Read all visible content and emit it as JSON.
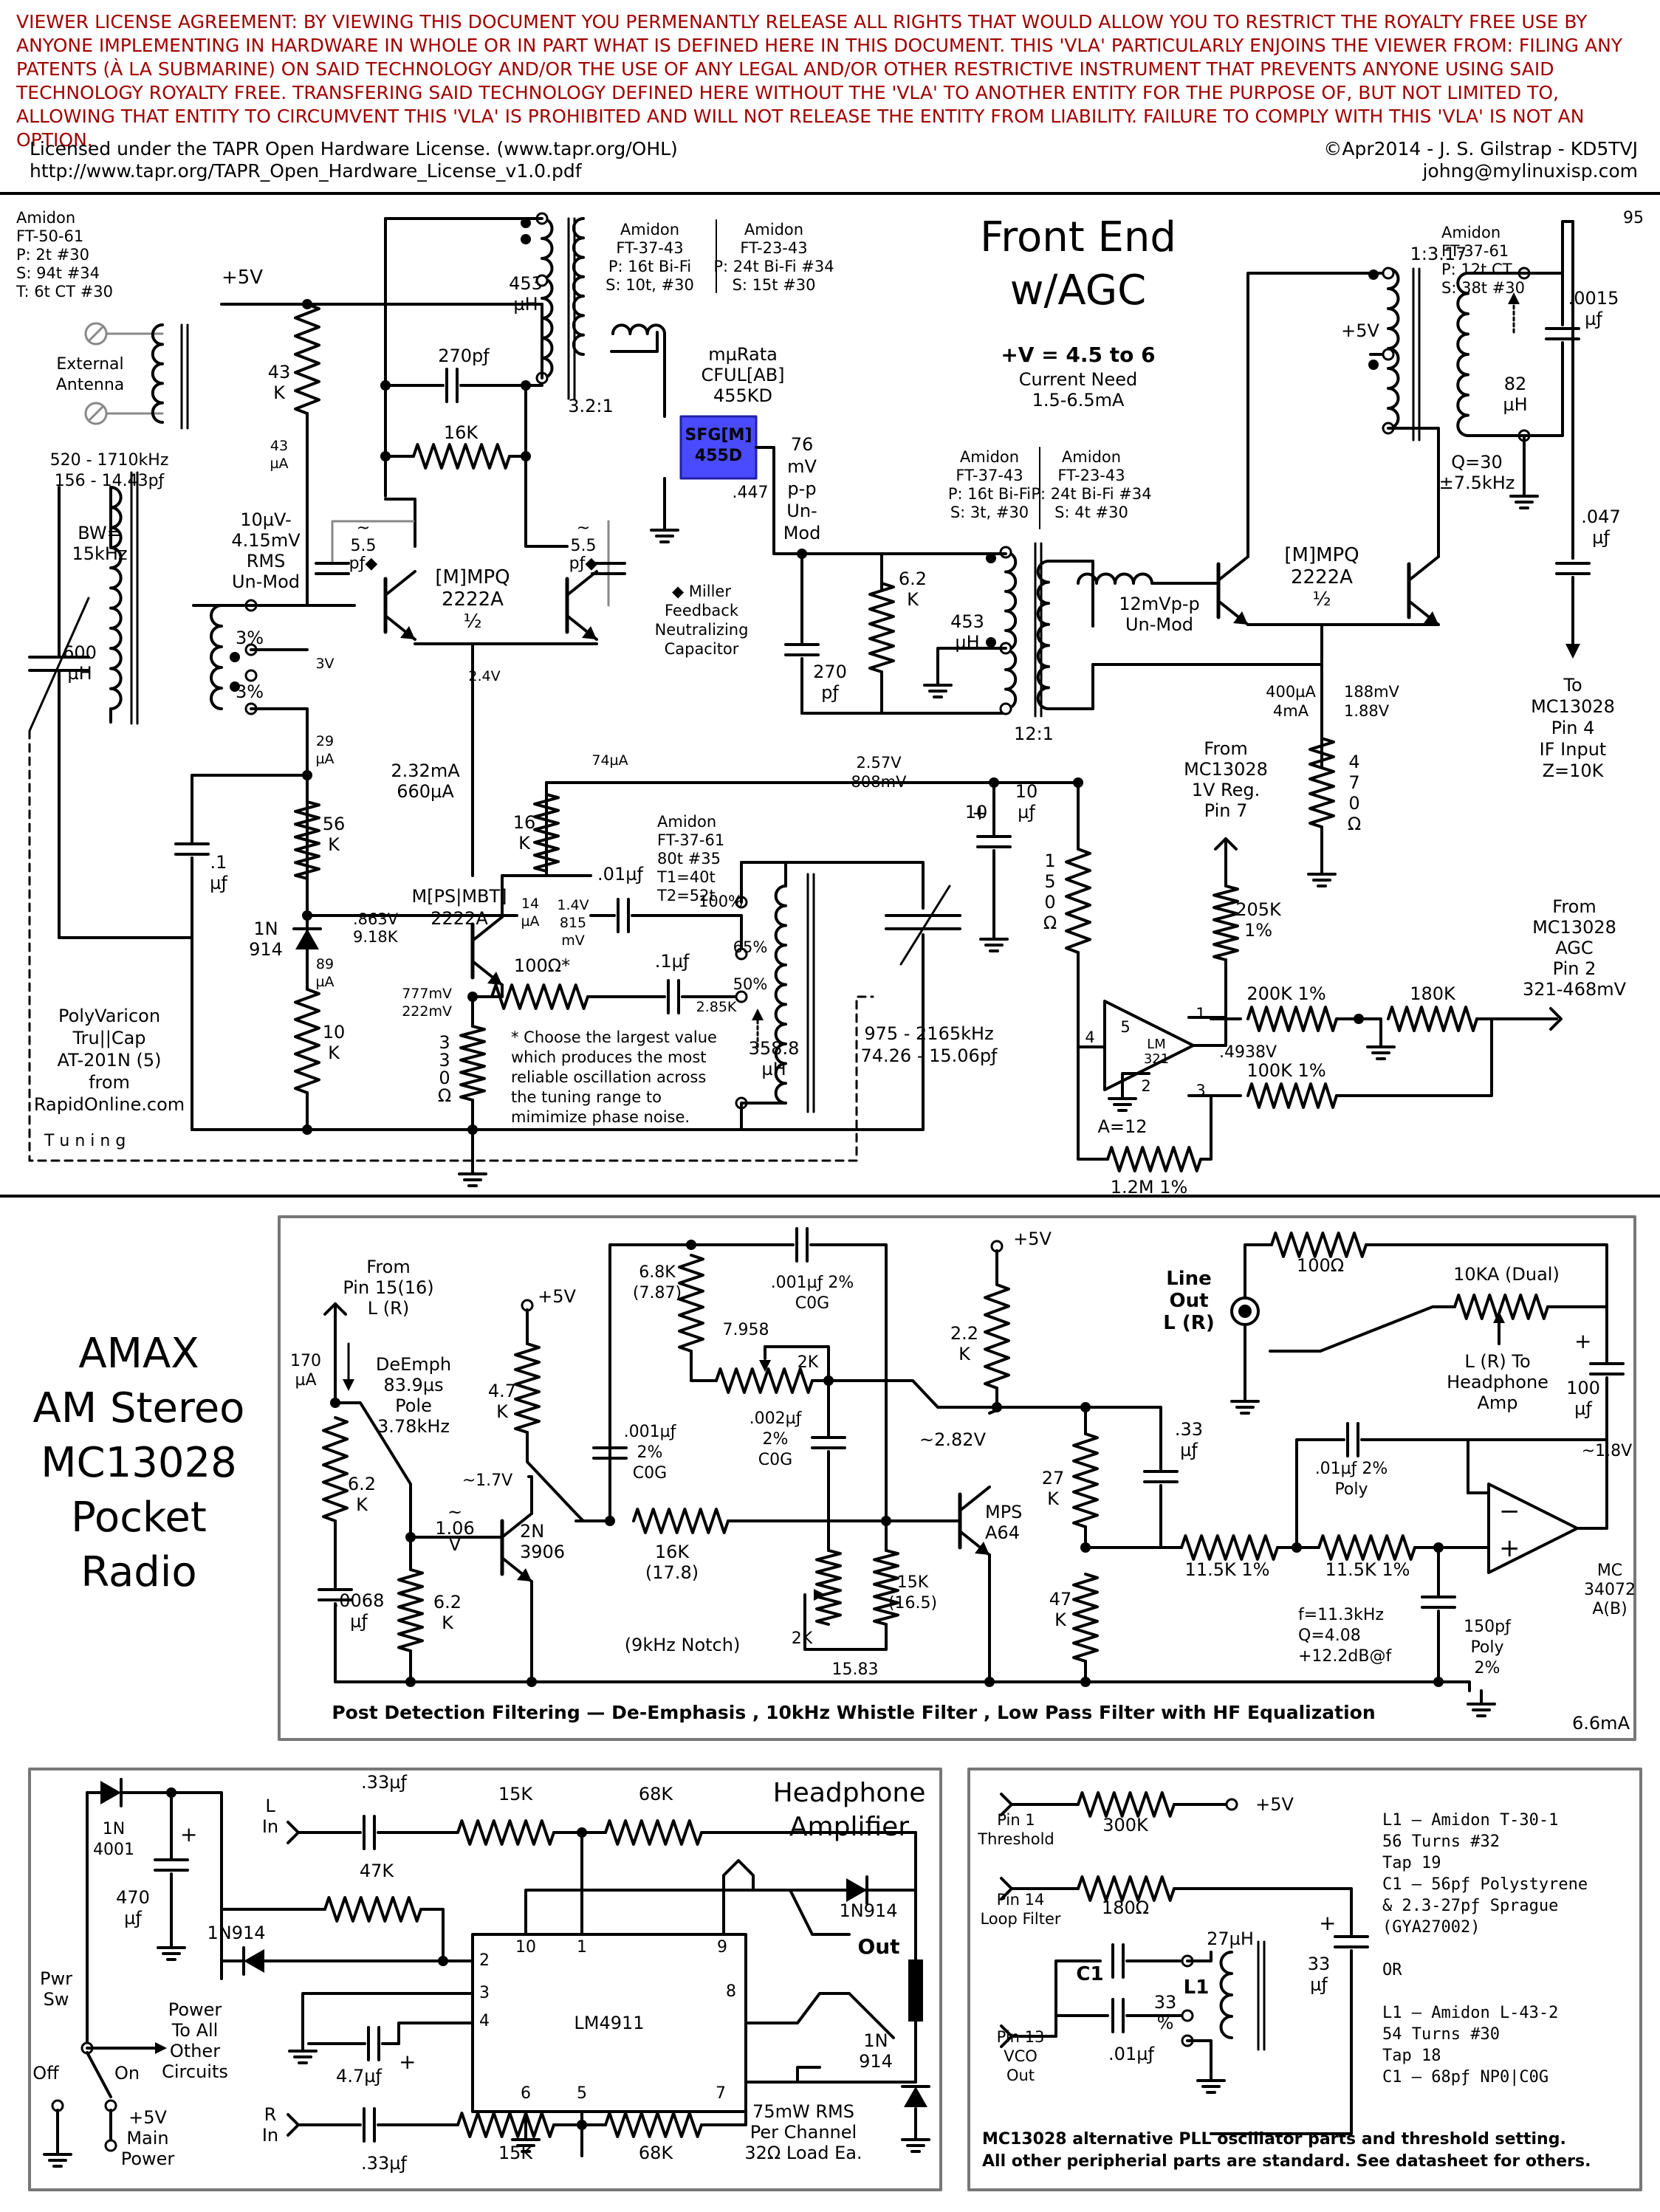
{
  "license": {
    "agreement": "VIEWER LICENSE AGREEMENT: BY VIEWING THIS DOCUMENT YOU PERMENANTLY RELEASE ALL RIGHTS THAT WOULD ALLOW  YOU TO RESTRICT THE ROYALTY FREE USE BY ANYONE IMPLEMENTING IN HARDWARE IN WHOLE OR IN PART WHAT IS DEFINED HERE IN THIS DOCUMENT. THIS 'VLA' PARTICULARLY ENJOINS THE VIEWER FROM: FILING ANY PATENTS (À LA SUBMARINE) ON SAID TECHNOLOGY AND/OR THE USE OF ANY LEGAL AND/OR OTHER RESTRICTIVE INSTRUMENT THAT PREVENTS ANYONE USING SAID TECHNOLOGY ROYALTY FREE. TRANSFERING SAID TECHNOLOGY DEFINED HERE WITHOUT THE 'VLA' TO ANOTHER ENTITY FOR THE PURPOSE OF, BUT NOT LIMITED TO, ALLOWING THAT ENTITY TO CIRCUMVENT THIS 'VLA' IS PROHIBITED AND WILL NOT RELEASE THE ENTITY FROM LIABILITY. FAILURE TO COMPLY WITH THIS 'VLA' IS NOT AN OPTION.",
    "tapr_line1": "Licensed under the TAPR Open Hardware License. (www.tapr.org/OHL)",
    "tapr_line2": "http://www.tapr.org/TAPR_Open_Hardware_License_v1.0.pdf",
    "copyright": "©Apr2014 -  J. S. Gilstrap - KD5TVJ",
    "email": "johng@mylinuxisp.com",
    "accent_color": "#a00000"
  },
  "front_end": {
    "page_number": "95",
    "title_line1": "Front End",
    "title_line2": "w/AGC",
    "supply": "+V = 4.5 to 6",
    "current_need_label": "Current Need",
    "current_need": "1.5-6.5mA",
    "amidon_ft50": [
      "Amidon",
      "FT-50-61",
      "P: 2t #30",
      "S: 94t #34",
      "T: 6t CT #30"
    ],
    "external_antenna": [
      "External",
      "Antenna"
    ],
    "band": [
      "520 - 1710kHz",
      "156 - 14.43pƒ"
    ],
    "bw": [
      "BW=",
      "15kHz"
    ],
    "inductor_600": [
      "600",
      "µH"
    ],
    "input_level": [
      "10µV-",
      "4.15mV",
      "RMS",
      "Un-Mod"
    ],
    "taps": [
      "3%",
      "3%"
    ],
    "v_3v": "3V",
    "plus5v": "+5V",
    "r43k": [
      "43",
      "K"
    ],
    "i43": [
      "43",
      "µA"
    ],
    "ind453": [
      "453",
      "µH"
    ],
    "c270": "270pƒ",
    "r16k": "16K",
    "ratio321": "3.2:1",
    "amidon_pair_top": [
      "Amidon",
      "FT-37-43",
      "P: 16t Bi-Fi",
      "S: 10t,  #30"
    ],
    "amidon_pair_top2": [
      "Amidon",
      "FT-23-43",
      "P: 24t Bi-Fi #34",
      "S: 15t  #30"
    ],
    "murata": [
      "mµRata",
      "CFUL[AB]",
      "455KD"
    ],
    "sfg": [
      "SFG[M]",
      "455D"
    ],
    "sfg_out": ".447",
    "mvpp": [
      "76",
      "mV",
      "p-p",
      "Un-",
      "Mod"
    ],
    "c55a": [
      "~",
      "5.5",
      "pƒ◆"
    ],
    "c55b": [
      "~",
      "5.5",
      "pƒ◆"
    ],
    "mpq1": [
      "[M]MPQ",
      "2222A",
      "½"
    ],
    "miller": [
      "◆ Miller",
      "Feedback",
      "Neutralizing",
      "Capacitor"
    ],
    "v24": "2.4V",
    "i29": [
      "29",
      "µA"
    ],
    "r56k": [
      "56",
      "K"
    ],
    "c01": [
      ".1",
      "µƒ"
    ],
    "d1n914": [
      "1N",
      "914"
    ],
    "i89": [
      "89",
      "µA"
    ],
    "r10k": [
      "10",
      "K"
    ],
    "polyvaricon": [
      "PolyVaricon",
      "Tru||Cap",
      "AT-201N (5)",
      "from",
      "RapidOnline.com"
    ],
    "tuning": "T u n i n g",
    "v863": [
      ".863V",
      "9.18K"
    ],
    "i232": [
      "2.32mA",
      "660µA"
    ],
    "mps": [
      "M[PS|MBT]",
      "2222A"
    ],
    "i14": [
      "14",
      "µA"
    ],
    "r16k_b": [
      "16",
      "K"
    ],
    "i74": "74µA",
    "v257": [
      "2.57V",
      "808mV"
    ],
    "c001": ".01µƒ",
    "v14": [
      "1.4V",
      "815",
      "mV"
    ],
    "amidon_ft37_61": [
      "Amidon",
      "FT-37-61",
      "80t #35",
      "T1=40t",
      "T2=52t"
    ],
    "taps_osc": [
      "100%",
      "65%",
      "50%"
    ],
    "v285k": "2.85K",
    "v777": [
      "777mV",
      "222mV"
    ],
    "r100": "100Ω*",
    "c1u": ".1µƒ",
    "r330": [
      "3",
      "3",
      "0",
      "Ω"
    ],
    "note": [
      "* Choose the largest value",
      "which  produces the most",
      "reliable oscillation across",
      "the tuning range to",
      "mimimize phase noise."
    ],
    "ind3588": [
      "358.8",
      "µH"
    ],
    "osc_band": [
      "975 - 2165kHz",
      "74.26 - 15.06pƒ"
    ],
    "amidon_pair_mid": [
      "Amidon",
      "FT-37-43",
      "P: 16t Bi-Fi",
      "S:   3t, #30"
    ],
    "amidon_pair_mid2": [
      "Amidon",
      "FT-23-43",
      "P: 24t Bi-Fi #34",
      "S:   4t #30"
    ],
    "r62k": [
      "6.2",
      "K"
    ],
    "c270b": [
      "270",
      "pƒ"
    ],
    "ind453b": [
      "453",
      "µH"
    ],
    "ratio121": "12:1",
    "mvpp2": [
      "12mVp-p",
      "Un-Mod"
    ],
    "mpq2": [
      "[M]MPQ",
      "2222A",
      "½"
    ],
    "i400": [
      "400µA",
      "4mA"
    ],
    "v188": [
      "188mV",
      "1.88V"
    ],
    "r470": [
      "4",
      "7",
      "0",
      "Ω"
    ],
    "c10u": [
      "10",
      "µƒ"
    ],
    "r1500": [
      "1",
      "5",
      "0",
      "Ω"
    ],
    "from_mc7": [
      "From",
      "MC13028",
      "1V Reg.",
      "Pin 7"
    ],
    "r205k": [
      "205K",
      "1%"
    ],
    "from_mc2": [
      "From",
      "MC13028",
      "AGC",
      "Pin 2",
      "321-468mV"
    ],
    "r200k": "200K 1%",
    "r180k": "180K",
    "v4938": ".4938V",
    "r100k": "100K 1%",
    "gain": "A=12",
    "r12m": "1.2M 1%",
    "lm321": [
      "LM",
      "321"
    ],
    "opamp_pins": [
      "4",
      "5",
      "1",
      "2",
      "3"
    ],
    "amidon_ft37_61b": [
      "Amidon",
      "FT-37-61",
      "P: 12t CT",
      "S: 38t #30"
    ],
    "ratio1317": "1:3.17",
    "plus5v_b": "+5V",
    "ind82": [
      "82",
      "µH"
    ],
    "c0015": [
      ".0015",
      "µƒ"
    ],
    "q30": [
      "Q=30",
      "±7.5kHz"
    ],
    "c047": [
      ".047",
      "µƒ"
    ],
    "to_mc4": [
      "To",
      "MC13028",
      "Pin 4",
      "IF Input",
      "Z=10K"
    ]
  },
  "post_detect": {
    "big_title": [
      "AMAX",
      "AM Stereo",
      "MC13028",
      "Pocket",
      "Radio"
    ],
    "from_pin": [
      "From",
      "Pin 15(16)",
      "L (R)"
    ],
    "i170": [
      "170",
      "µA"
    ],
    "deemph": [
      "DeEmph",
      "83.9µs",
      "Pole",
      "3.78kHz"
    ],
    "r62k": [
      "6.2",
      "K"
    ],
    "c0068": [
      ".0068",
      "µƒ"
    ],
    "r62k_b": [
      "6.2",
      "K"
    ],
    "v106": [
      "~",
      "1.06",
      "V"
    ],
    "r47k": [
      "4.7",
      "K"
    ],
    "v17": "~1.7V",
    "q2n3906": [
      "2N",
      "3906"
    ],
    "plus5v": "+5V",
    "r68k": [
      "6.8K",
      "(7.87)"
    ],
    "v7958": "7.958",
    "c001_2": ".001µƒ  2%",
    "c0g": "C0G",
    "pot2k": "2K",
    "c001b": [
      ".001µƒ",
      "2%",
      "C0G"
    ],
    "c002": [
      ".002µƒ",
      "2%",
      "C0G"
    ],
    "r16k": [
      "16K",
      "(17.8)"
    ],
    "r15k": [
      "15K",
      "(16.5)"
    ],
    "pot2k_b": "2K",
    "notch": "(9kHz Notch)",
    "v1583": "15.83",
    "plus5v_b": "+5V",
    "r22k": [
      "2.2",
      "K"
    ],
    "v282": "~2.82V",
    "mpsa64": [
      "MPS",
      "A64"
    ],
    "r27k": [
      "27",
      "K"
    ],
    "r47k_b": [
      "47",
      "K"
    ],
    "c033": [
      ".33",
      "µƒ"
    ],
    "r115a": "11.5K 1%",
    "r115b": "11.5K 1%",
    "c01poly": [
      ".01µƒ 2%",
      "Poly"
    ],
    "v18": "~1.8V",
    "mc34072": [
      "MC",
      "34072",
      "A(B)"
    ],
    "c150": [
      "150pƒ",
      "Poly",
      "2%"
    ],
    "filter_spec": [
      "f=11.3kHz",
      "Q=4.08",
      "+12.2dB@f"
    ],
    "line_out": [
      "Line",
      "Out",
      "L (R)"
    ],
    "r100": "100Ω",
    "pot10ka": "10KA (Dual)",
    "to_hp": [
      "L (R) To",
      "Headphone",
      "Amp"
    ],
    "c100u": [
      "100",
      "µƒ"
    ],
    "caption": "Post Detection Filtering  —  De-Emphasis ,   10kHz Whistle Filter ,   Low Pass Filter with HF Equalization",
    "current": "6.6mA"
  },
  "headphone": {
    "title": [
      "Headphone",
      "Amplifier"
    ],
    "d4001": [
      "1N",
      "4001"
    ],
    "c470": [
      "470",
      "µƒ"
    ],
    "l_in": [
      "L",
      "In"
    ],
    "r_in": [
      "R",
      "In"
    ],
    "c033a": ".33µƒ",
    "c033b": ".33µƒ",
    "r15k_a": "15K",
    "r68k_a": "68K",
    "r15k_b": "15K",
    "r68k_b": "68K",
    "r47k": "47K",
    "d1n914a": "1N914",
    "d1n914b": "1N914",
    "lm4911": "LM4911",
    "pins": [
      "10",
      "1",
      "9",
      "2",
      "3",
      "4",
      "6",
      "5",
      "7",
      "8"
    ],
    "out": "Out",
    "c47u": "4.7µƒ",
    "d1n914c": [
      "1N",
      "914"
    ],
    "pwr_sw": [
      "Pwr",
      "Sw"
    ],
    "off": "Off",
    "on": "On",
    "power_all": [
      "Power",
      "To All",
      "Other",
      "Circuits"
    ],
    "main_power": [
      "+5V",
      "Main",
      "Power"
    ],
    "rating": [
      "75mW RMS",
      "Per Channel",
      "32Ω Load Ea."
    ]
  },
  "pll": {
    "pin1": [
      "Pin 1",
      "Threshold"
    ],
    "r300k": "300K",
    "plus5v": "+5V",
    "pin14": [
      "Pin 14",
      "Loop Filter"
    ],
    "r180": "180Ω",
    "c33u": [
      "33",
      "µƒ"
    ],
    "l_27": "27µH",
    "c1": "C1",
    "l1": "L1",
    "tap33": [
      "33",
      "%"
    ],
    "c01": ".01µƒ",
    "pin13": [
      "Pin 13",
      "VCO",
      "Out"
    ],
    "notes": [
      "L1 — Amidon T-30-1",
      "     56 Turns #32",
      "     Tap 19",
      "C1 — 56pƒ  Polystyrene",
      "   & 2.3-27pƒ Sprague",
      "          (GYA27002)",
      "",
      "          OR",
      "",
      "L1 — Amidon L-43-2",
      "     54 Turns #30",
      "     Tap 18",
      "C1 — 68pƒ NP0|C0G"
    ],
    "footer1": "MC13028 alternative PLL oscillator parts and threshold setting.",
    "footer2": "All other peripherial parts are standard. See datasheet for others."
  }
}
